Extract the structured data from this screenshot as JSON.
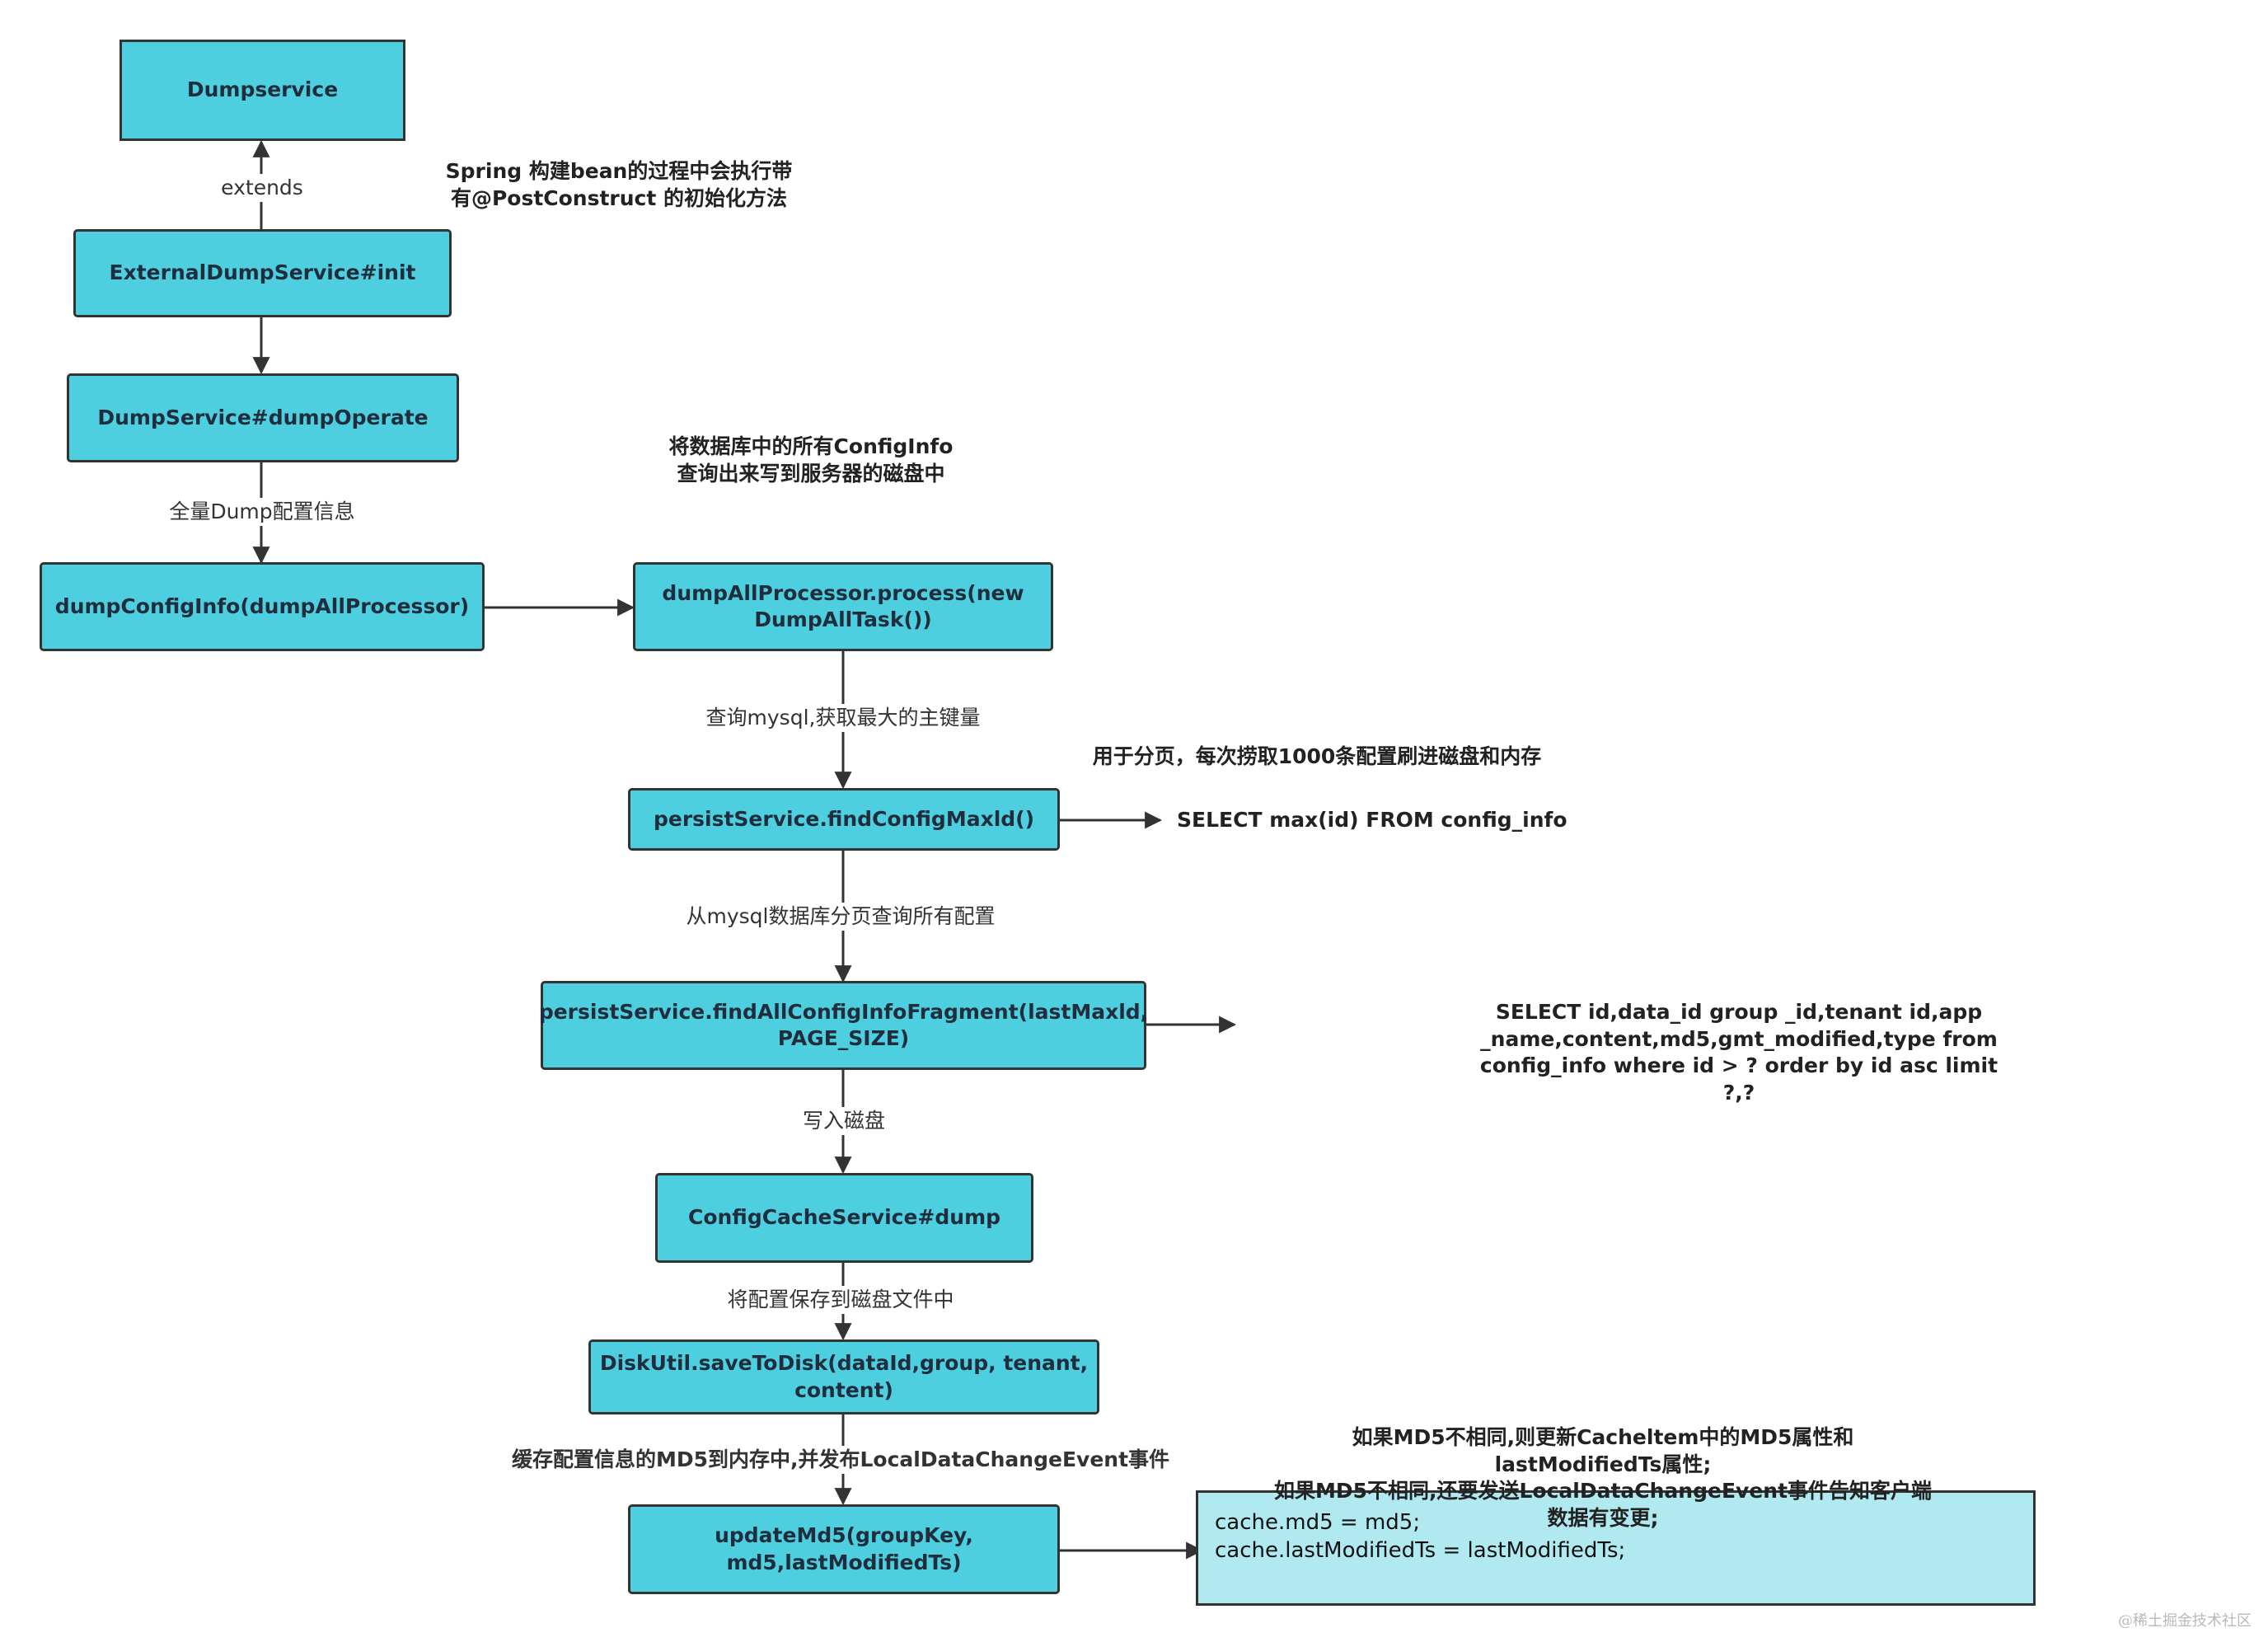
{
  "nodes": {
    "dumpservice": "Dumpservice",
    "external_init": "ExternalDumpService#init",
    "dump_operate": "DumpService#dumpOperate",
    "dump_config_info": "dumpConfigInfo(dumpAllProcessor)",
    "dump_all_process": "dumpAllProcessor.process(new\nDumpAllTask())",
    "find_max_id": "persistService.findConfigMaxld()",
    "find_fragment": "persistService.findAllConfigInfoFragment(lastMaxld,\nPAGE_SIZE)",
    "config_cache_dump": "ConfigCacheService#dump",
    "save_to_disk": "DiskUtil.saveToDisk(dataId,group, tenant,\ncontent)",
    "update_md5": "updateMd5(groupKey,\nmd5,lastModifiedTs)",
    "cache_code": "cache.md5 = md5;\ncache.lastModifiedTs = lastModifiedTs;"
  },
  "edge_labels": {
    "extends": "extends",
    "full_dump": "全量Dump配置信息",
    "query_max_key": "查询mysql,获取最大的主键量",
    "page_query": "从mysql数据库分页查询所有配置",
    "write_disk": "写入磁盘",
    "save_disk_file": "将配置保存到磁盘文件中",
    "cache_md5": "缓存配置信息的MD5到内存中,并发布LocalDataChangeEvent事件"
  },
  "notes": {
    "spring_init": "Spring 构建bean的过程中会执行带\n有@PostConstruct 的初始化方法",
    "dump_all_desc": "将数据库中的所有ConfigInfo\n查询出来写到服务器的磁盘中",
    "paging_desc": "用于分页，每次捞取1000条配置刷进磁盘和内存",
    "sql_max": "SELECT max(id) FROM config_info",
    "sql_fragment": "SELECT id,data_id group _id,tenant id,app _name,content,md5,gmt_modified,type from\nconfig_info where id > ? order by id asc limit ?,?",
    "md5_desc": "如果MD5不相同,则更新Cacheltem中的MD5属性和lastModifiedTs属性;\n如果MD5不相同,还要发送LocalDataChangeEvent事件告知客户端数据有变更;"
  },
  "watermark": "@稀土掘金技术社区",
  "colors": {
    "node": "#4ecfe0",
    "code_box": "#b0eaf0",
    "stroke": "#333333"
  }
}
